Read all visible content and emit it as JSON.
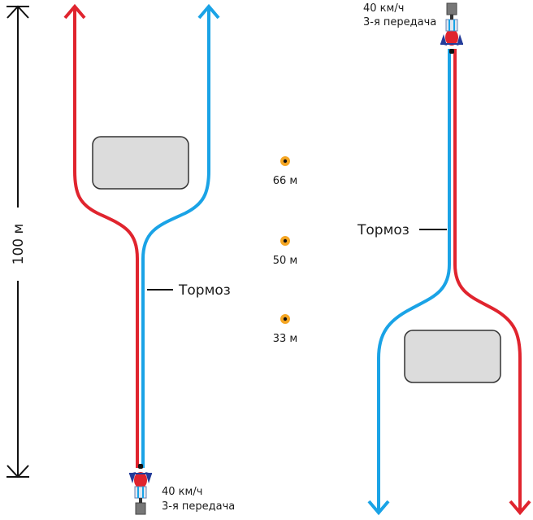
{
  "colors": {
    "left_path": "#e0242e",
    "right_path": "#1aa3e6",
    "obstacle_fill": "#dcdcdc",
    "obstacle_stroke": "#333333",
    "marker_fill": "#f5a623",
    "marker_dot": "#111111",
    "line": "#111111"
  },
  "scale": {
    "label": "100 м"
  },
  "left_scenario": {
    "brake_label": "Тормоз",
    "speed_label": "40 км/ч",
    "gear_label": "3-я передача"
  },
  "right_scenario": {
    "brake_label": "Тормоз",
    "speed_label": "40 км/ч",
    "gear_label": "3-я передача"
  },
  "distance_markers": [
    {
      "label": "66 м"
    },
    {
      "label": "50 м"
    },
    {
      "label": "33 м"
    }
  ],
  "icons": {
    "motorcycle": "motorcycle-top-view-icon",
    "marker": "distance-marker-icon",
    "arrow": "arrow-head-icon"
  }
}
